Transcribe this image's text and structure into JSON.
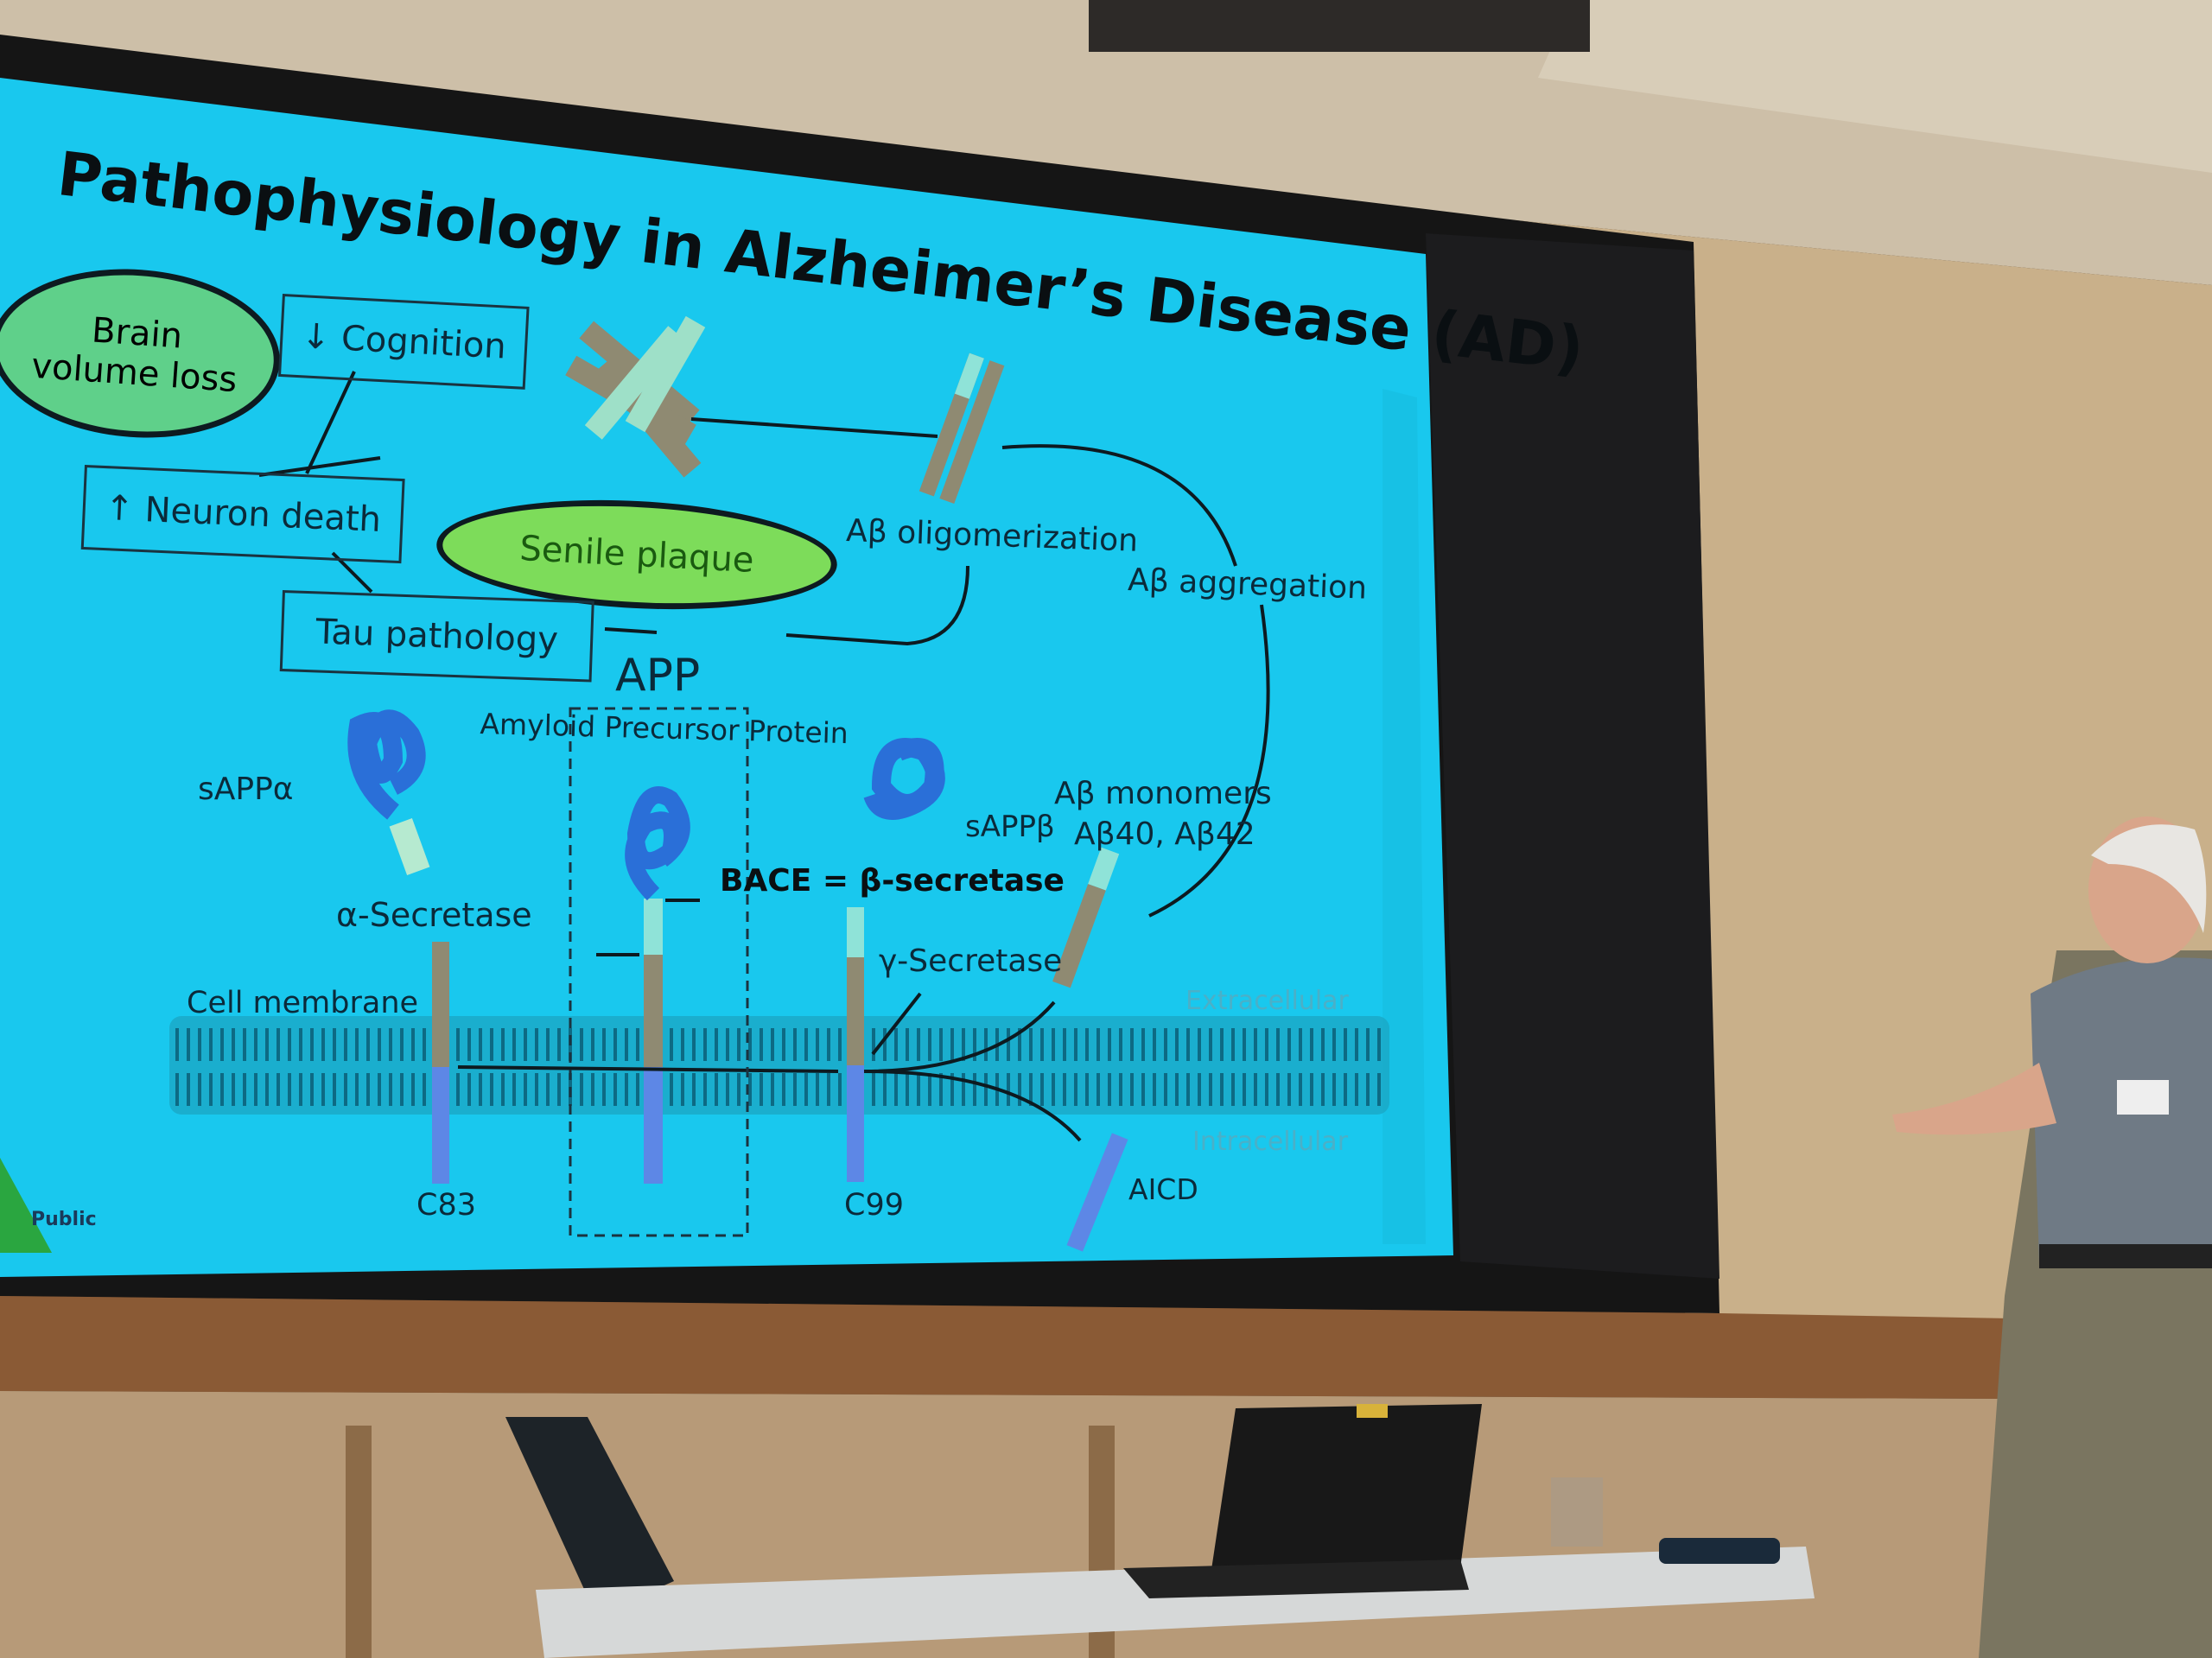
{
  "slide": {
    "title": "Pathophysiology in Alzheimer’s Disease (AD)",
    "brain_volume_loss": "Brain volume loss",
    "cognition": "↓ Cognition",
    "neuron_death": "↑ Neuron death",
    "senile_plaque": "Senile plaque",
    "tau_pathology": "Tau pathology",
    "app": "APP",
    "app_full": "Amyloid Precursor Protein",
    "sapp_alpha": "sAPPα",
    "sapp_beta": "sAPPβ",
    "alpha_secretase": "α-Secretase",
    "bace": "BACE = β-secretase",
    "gamma_secretase": "γ-Secretase",
    "ab_monomers": "Aβ monomers",
    "ab_40_42": "Aβ40, Aβ42",
    "ab_oligomerization": "Aβ oligomerization",
    "ab_aggregation": "Aβ aggregation",
    "cell_membrane": "Cell membrane",
    "extracellular": "Extracellular",
    "intracellular": "Intracellular",
    "c83": "C83",
    "c99": "C99",
    "aicd": "AICD",
    "footer_label": "Public"
  },
  "colors": {
    "slide_bg": "#19c8ee",
    "plaque_fill": "#7ddc5a",
    "brain_fill": "#5fd08a",
    "protein_blue": "#2a6fd8",
    "logo_green": "#2aa640"
  }
}
